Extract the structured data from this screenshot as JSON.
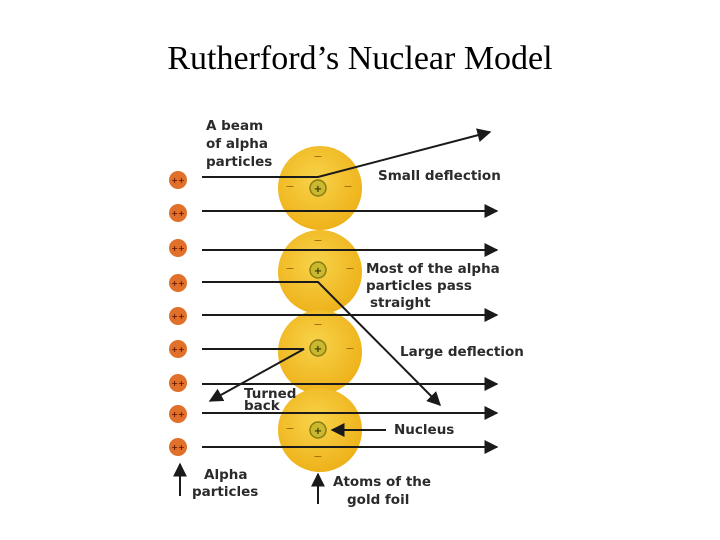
{
  "slide": {
    "title": "Rutherford’s Nuclear Model"
  },
  "diagram": {
    "labels": {
      "beam": [
        "A beam",
        "of alpha",
        "particles"
      ],
      "small_deflection": "Small deflection",
      "pass_straight": [
        "Most of the alpha",
        "particles pass",
        "straight"
      ],
      "large_deflection": "Large deflection",
      "turned_back": [
        "Turned",
        "back"
      ],
      "nucleus": "Nucleus",
      "alpha_particles": [
        "Alpha",
        "particles"
      ],
      "gold_foil_atoms": [
        "Atoms of the",
        "gold foil"
      ]
    },
    "signs": {
      "electron": "−",
      "nucleus": "+",
      "alpha": "++"
    },
    "colors": {
      "atom": "#f2c12e",
      "atom_edge": "#e6ad12",
      "nucleus": "#c9b830",
      "alpha_particle": "#e0702a",
      "arrow": "#1a1a1a"
    }
  }
}
